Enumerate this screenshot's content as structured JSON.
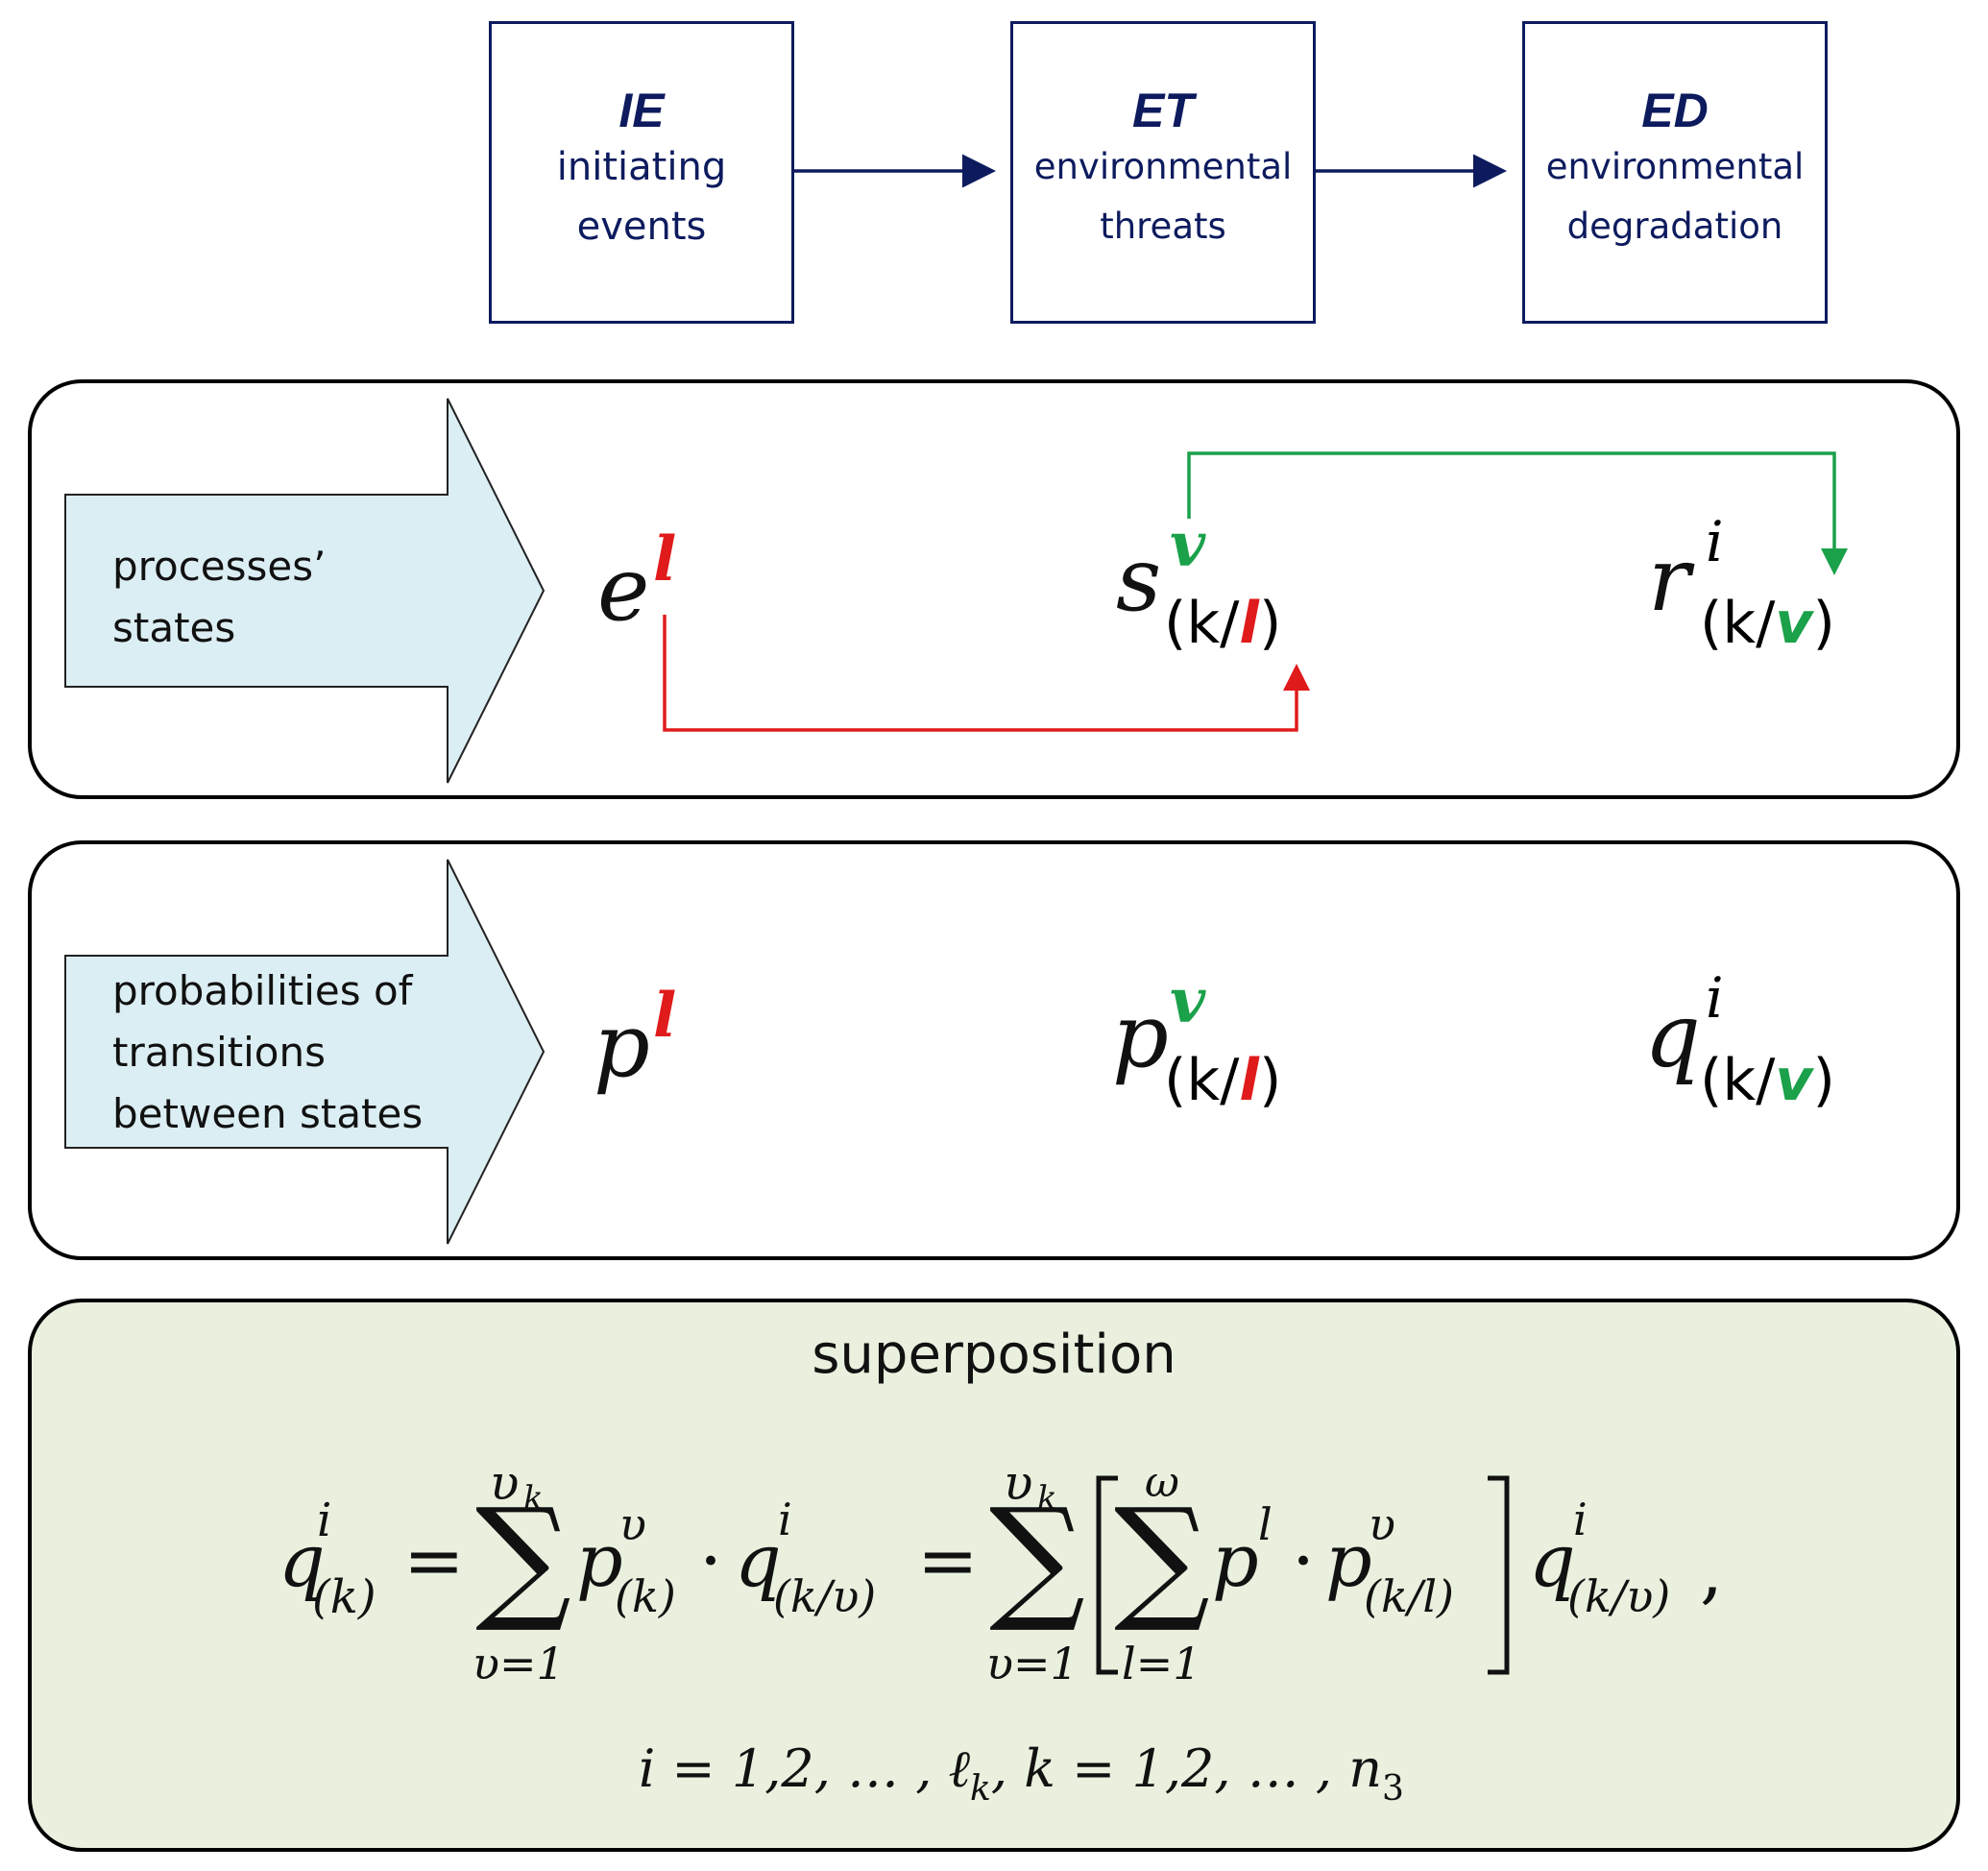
{
  "flow": {
    "boxes": [
      {
        "abbr": "IE",
        "line1": "initiating",
        "line2": "events"
      },
      {
        "abbr": "ET",
        "line1": "environmental",
        "line2": "threats"
      },
      {
        "abbr": "ED",
        "line1": "environmental",
        "line2": "degradation"
      }
    ]
  },
  "states_panel": {
    "label_line1": "processes’",
    "label_line2": "states",
    "e": {
      "base": "e",
      "sup": "l"
    },
    "s": {
      "base": "s",
      "sup": "v",
      "sub_open": "(k/",
      "sub_var": "l",
      "sub_close": ")"
    },
    "r": {
      "base": "r",
      "sup": "i",
      "sub_open": "(k/",
      "sub_var": "v",
      "sub_close": ")"
    }
  },
  "prob_panel": {
    "label_line1": "probabilities of",
    "label_line2": "transitions",
    "label_line3": "between states",
    "p1": {
      "base": "p",
      "sup": "l"
    },
    "p2": {
      "base": "p",
      "sup": "v",
      "sub_open": "(k/",
      "sub_var": "l",
      "sub_close": ")"
    },
    "q": {
      "base": "q",
      "sup": "i",
      "sub_open": "(k/",
      "sub_var": "v",
      "sub_close": ")"
    }
  },
  "superposition": {
    "title": "superposition",
    "formula": {
      "lhs_base": "q",
      "lhs_sup": "i",
      "lhs_sub": "(k)",
      "eq": "=",
      "sum1_top": "υ",
      "sum1_top_sub": "k",
      "sum1_bottom": "υ=1",
      "t1_base": "p",
      "t1_sup": "υ",
      "t1_sub": "(k)",
      "dot": "·",
      "t2_base": "q",
      "t2_sup": "i",
      "t2_sub": "(k/υ)",
      "sum2_top": "υ",
      "sum2_top_sub": "k",
      "sum2_bottom": "υ=1",
      "sum3_top": "ω",
      "sum3_bottom": "l=1",
      "t3_base": "p",
      "t3_sup": "l",
      "t4_base": "p",
      "t4_sup": "υ",
      "t4_sub": "(k/l)",
      "t5_base": "q",
      "t5_sup": "i",
      "t5_sub": "(k/υ)",
      "comma": ","
    },
    "condition": "i = 1,2, … , ℓ",
    "condition_sub": "k",
    "condition_mid": ", k = 1,2, … , n",
    "condition_sub2": "3"
  },
  "colors": {
    "navy": "#0d1b5e",
    "red": "#e01b1b",
    "green": "#1aa14a",
    "arrow_fill": "#dbeef3",
    "panel_green": "#e9f0de"
  }
}
